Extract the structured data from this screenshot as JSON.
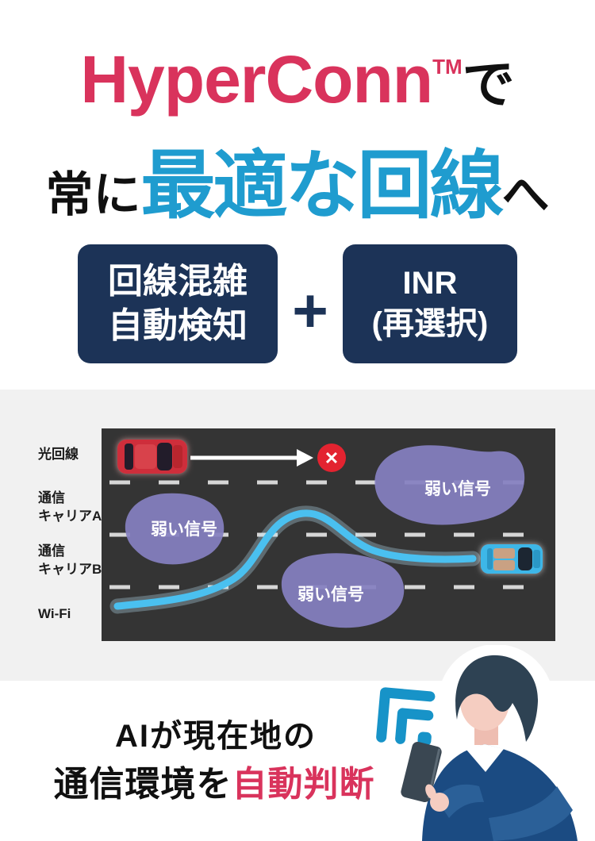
{
  "header": {
    "brand": "HyperConn",
    "tm": "TM",
    "suffix": "で",
    "line2_pre": "常に",
    "line2_highlight": "最適な回線",
    "line2_post": "へ",
    "brand_color": "#d9335c",
    "highlight_color": "#1f9ccf"
  },
  "features": {
    "box1_line1": "回線混雑",
    "box1_line2": "自動検知",
    "plus": "+",
    "box2_line1": "INR",
    "box2_line2": "(再選択)",
    "box_color": "#1c3357"
  },
  "diagram": {
    "lane_labels": [
      {
        "lines": [
          "光回線"
        ]
      },
      {
        "lines": [
          "通信",
          "キャリアA"
        ]
      },
      {
        "lines": [
          "通信",
          "キャリアB"
        ]
      },
      {
        "lines": [
          "Wi-Fi"
        ]
      }
    ],
    "weak_signal_label": "弱い信号",
    "x_mark": "✕",
    "colors": {
      "road_dark": "#343434",
      "band_gray": "#f1f1f1",
      "blob_purple": "#8580c1",
      "route_cyan": "#4ac0f0",
      "alert_red": "#e32330",
      "car_red": "#ce2f3a",
      "car_blue": "#3eb7e8",
      "lane_dash": "#e8e8e8"
    }
  },
  "footer": {
    "line1": "AIが現在地の",
    "line2_black": "通信環境を",
    "line2_pink": "自動判断",
    "wifi_color": "#1793c8"
  }
}
